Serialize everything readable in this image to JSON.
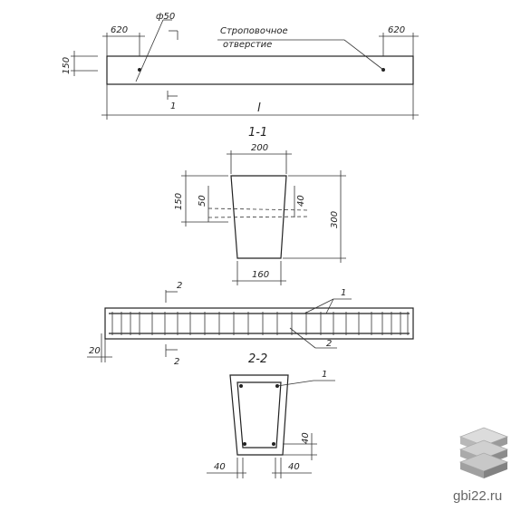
{
  "plan": {
    "dim_left_edge": "620",
    "dim_right_edge": "620",
    "dim_hole": "ф50",
    "dim_height": "150",
    "dim_length": "l",
    "hole_label_line1": "Строповочное",
    "hole_label_line2": "отверстие",
    "section_mark": "1"
  },
  "section_1_1": {
    "title": "1-1",
    "dim_top": "200",
    "dim_bottom": "160",
    "dim_left": "150",
    "dim_hole_left": "50",
    "dim_hole_right": "40",
    "dim_height": "300"
  },
  "elevation": {
    "section_mark_top": "2",
    "section_mark_bottom": "2",
    "callout_1": "1",
    "callout_2": "2",
    "dim_cover": "20"
  },
  "section_2_2": {
    "title": "2-2",
    "callout": "1",
    "dim_right_cover": "40",
    "dim_left_bottom": "40",
    "dim_right_bottom": "40"
  },
  "watermark": {
    "text": "gbi22.ru",
    "logo_icon": "stacked-slabs-icon"
  }
}
